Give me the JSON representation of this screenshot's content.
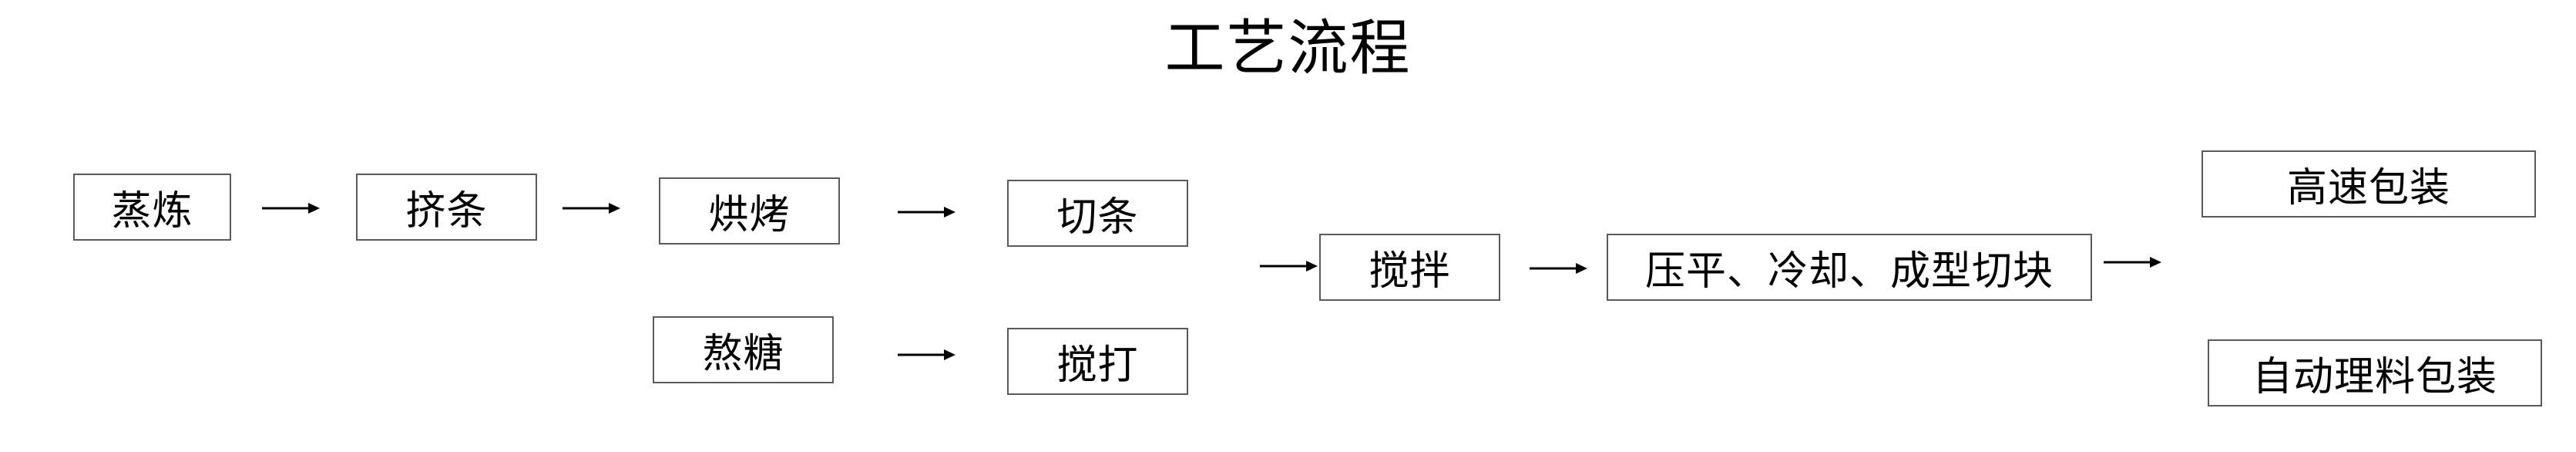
{
  "diagram": {
    "title": "工艺流程",
    "steps": {
      "zhenglian": "蒸炼",
      "jitiao": "挤条",
      "hongkao": "烘烤",
      "qietiao": "切条",
      "aotang": "熬糖",
      "jiaoda": "搅打",
      "jiaoban": "搅拌",
      "yaping": "压平、冷却、成型切块",
      "gaosu": "高速包装",
      "zidong": "自动理料包装"
    }
  }
}
